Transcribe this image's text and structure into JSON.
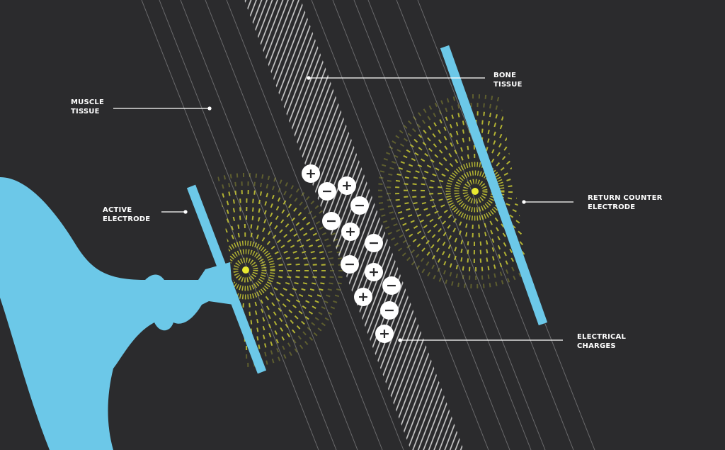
{
  "labels": {
    "muscle": [
      "MUSCLE",
      "TISSUE"
    ],
    "bone": [
      "BONE",
      "TISSUE"
    ],
    "active": [
      "ACTIVE",
      "ELECTRODE"
    ],
    "return": [
      "RETURN COUNTER",
      "ELECTRODE"
    ],
    "charges": [
      "ELECTRICAL",
      "CHARGES"
    ]
  },
  "charges": [
    "+",
    "-",
    "+",
    "-",
    "-",
    "+",
    "-",
    "-",
    "+",
    "-",
    "+",
    "-",
    "+"
  ],
  "colors": {
    "background": "#2b2b2d",
    "electrode": "#6cc8e8",
    "field": "#c9c935",
    "charge": "#ffffff"
  }
}
